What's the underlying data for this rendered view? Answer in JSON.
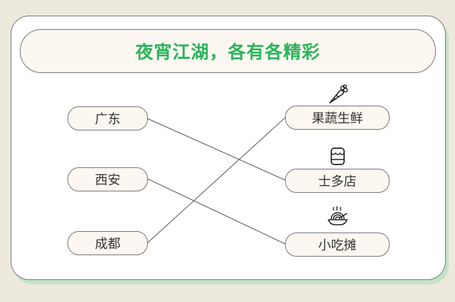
{
  "title": "夜宵江湖，各有各精彩",
  "left_items": [
    "广东",
    "西安",
    "成都"
  ],
  "right_items": [
    {
      "label": "果蔬生鲜",
      "icon": "carrot-icon"
    },
    {
      "label": "士多店",
      "icon": "store-icon"
    },
    {
      "label": "小吃摊",
      "icon": "noodle-bowl-icon"
    }
  ],
  "connections": [
    {
      "from": "广东",
      "to": "士多店"
    },
    {
      "from": "西安",
      "to": "小吃摊"
    },
    {
      "from": "成都",
      "to": "果蔬生鲜"
    }
  ]
}
